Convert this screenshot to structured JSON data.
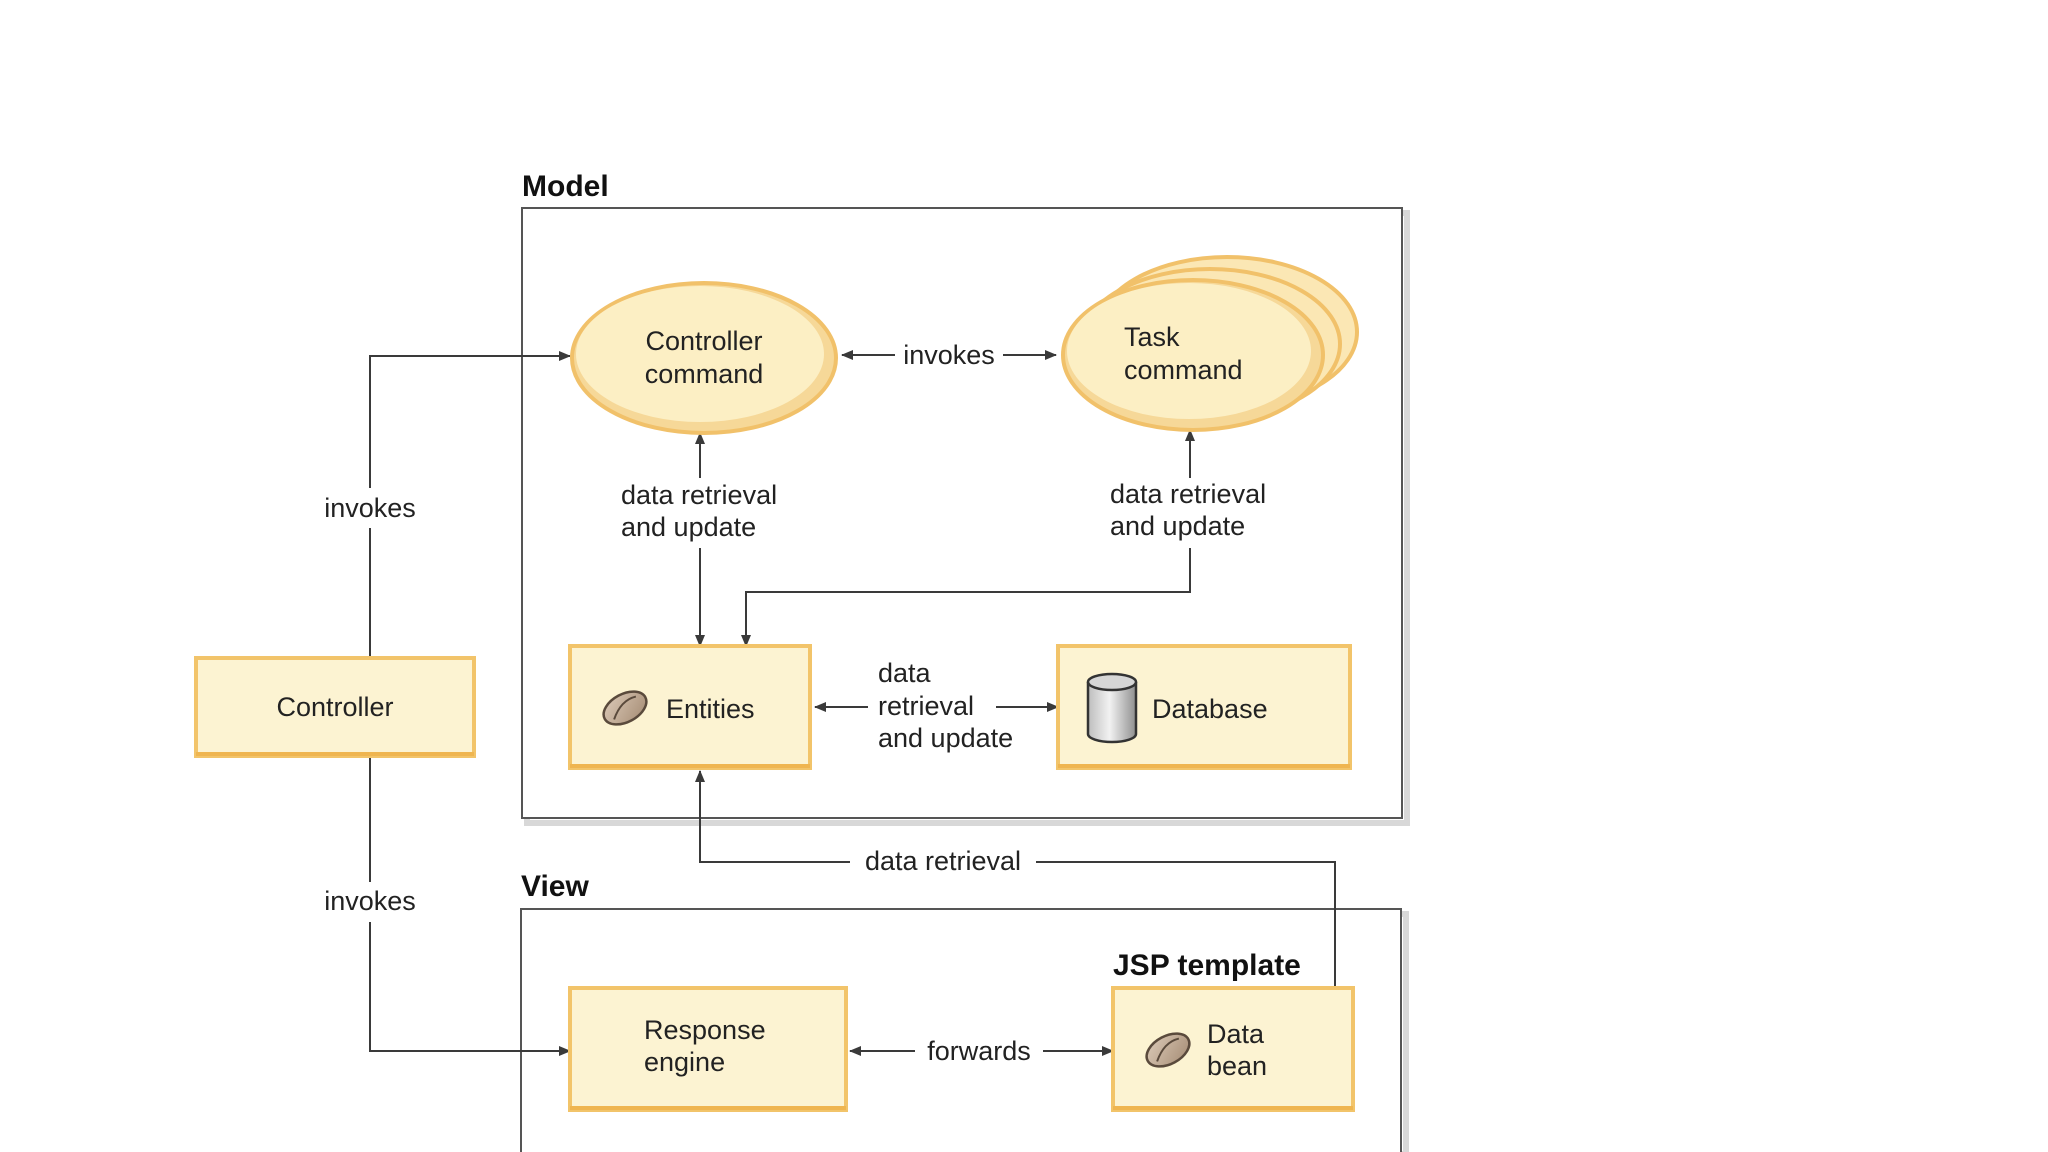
{
  "groups": {
    "model": {
      "title": "Model"
    },
    "view": {
      "title": "View"
    },
    "jsp": {
      "title": "JSP template"
    }
  },
  "nodes": {
    "controller": {
      "label": "Controller"
    },
    "controller_command": {
      "line1": "Controller",
      "line2": "command"
    },
    "task_command": {
      "line1": "Task",
      "line2": "command"
    },
    "entities": {
      "label": "Entities",
      "icon": "bean-icon"
    },
    "database": {
      "label": "Database",
      "icon": "database-cylinder-icon"
    },
    "response_engine": {
      "line1": "Response",
      "line2": "engine"
    },
    "data_bean": {
      "line1": "Data",
      "line2": "bean",
      "icon": "bean-icon"
    }
  },
  "edges": {
    "controller_to_command": {
      "label": "invokes"
    },
    "controller_to_response": {
      "label": "invokes"
    },
    "command_to_task": {
      "label": "invokes"
    },
    "command_entities": {
      "line1": "data retrieval",
      "line2": "and update"
    },
    "task_entities": {
      "line1": "data retrieval",
      "line2": "and update"
    },
    "entities_database": {
      "line1": "data",
      "line2": "retrieval",
      "line3": "and update"
    },
    "databean_entities": {
      "label": "data retrieval"
    },
    "response_databean": {
      "label": "forwards"
    }
  },
  "colors": {
    "box_fill": "#fcf3d2",
    "box_edge": "#f2c46a",
    "ellipse_fill": "#fcefc4",
    "ellipse_edge": "#f1c16a",
    "frame": "#555555",
    "shadow": "#d8d8d8"
  }
}
